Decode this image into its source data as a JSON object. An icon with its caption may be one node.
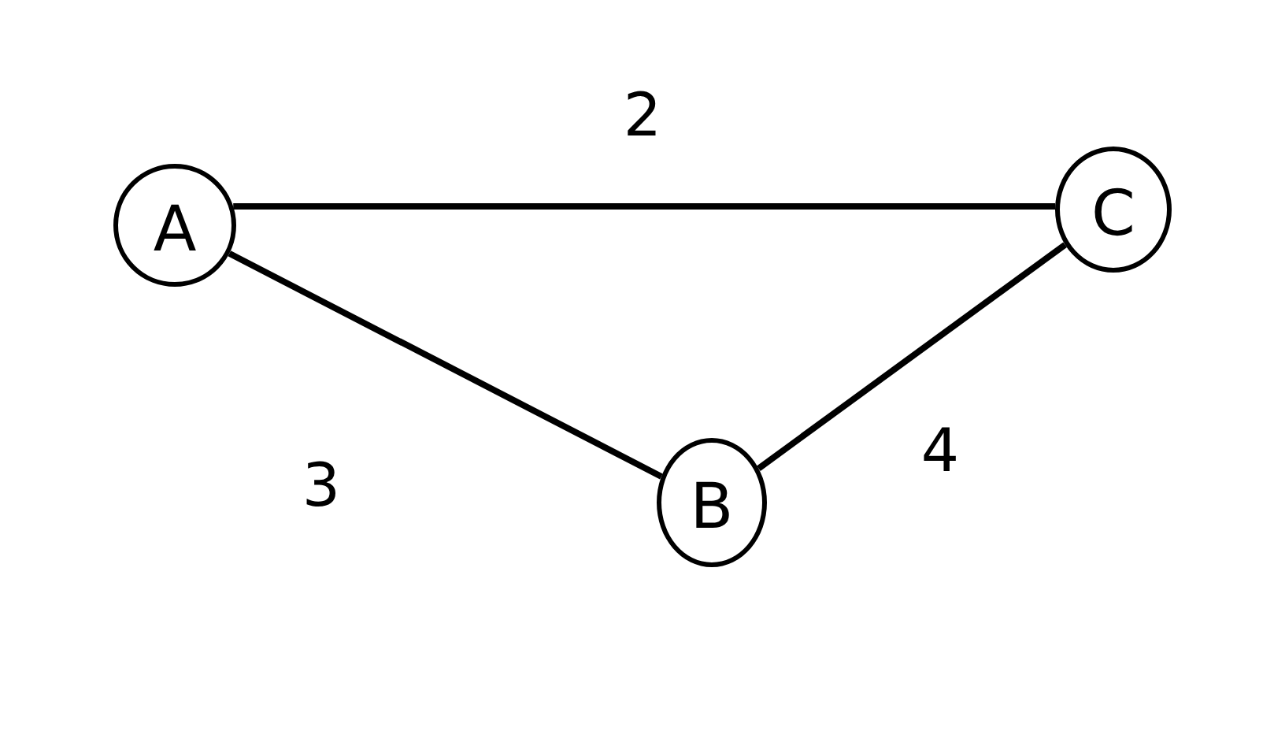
{
  "diagram": {
    "nodes": [
      {
        "text": [
          "A"
        ]
      },
      {
        "text": [
          "C"
        ]
      },
      {
        "text": [
          "B"
        ]
      }
    ],
    "edges": [
      {
        "from": 0,
        "to": 1,
        "arrow": "none",
        "label": "2"
      },
      {
        "from": 0,
        "to": 2,
        "arrow": "none",
        "label": "3"
      },
      {
        "from": 2,
        "to": 1,
        "arrow": "none",
        "label": "4"
      }
    ]
  }
}
